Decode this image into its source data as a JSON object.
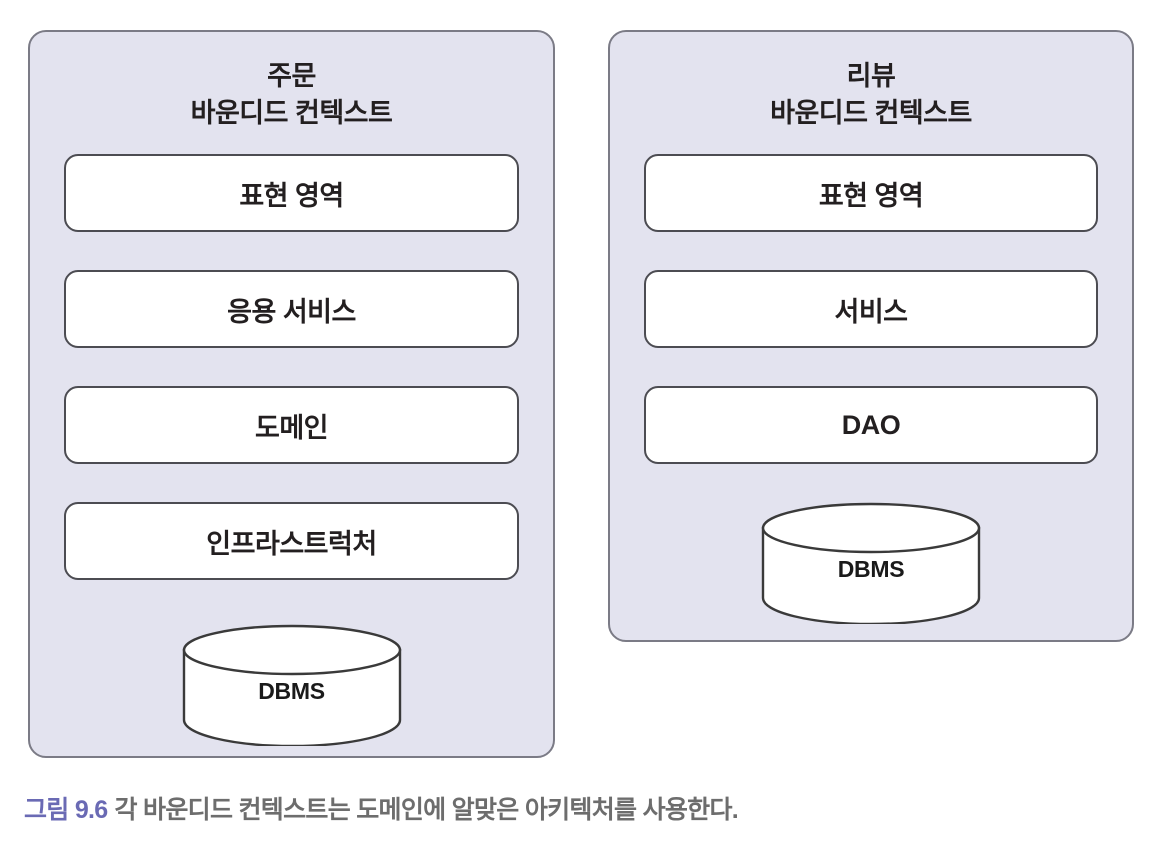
{
  "figure": {
    "caption_label": "그림 9.6",
    "caption_text": "각 바운디드 컨텍스트는 도메인에 알맞은 아키텍처를 사용한다.",
    "caption_label_color": "#6a6ab4",
    "caption_text_color": "#6d6d6d"
  },
  "colors": {
    "context_fill": "#e3e3ef",
    "context_border": "#7b7b86",
    "layer_fill": "#ffffff",
    "layer_border": "#4c4c52",
    "text": "#231f20"
  },
  "contexts": [
    {
      "title_line1": "주문",
      "title_line2": "바운디드 컨텍스트",
      "layers": [
        {
          "label": "표현 영역"
        },
        {
          "label": "응용 서비스"
        },
        {
          "label": "도메인"
        },
        {
          "label": "인프라스트럭처"
        }
      ],
      "datastore": {
        "label": "DBMS",
        "icon": "database-cylinder-icon"
      }
    },
    {
      "title_line1": "리뷰",
      "title_line2": "바운디드 컨텍스트",
      "layers": [
        {
          "label": "표현 영역"
        },
        {
          "label": "서비스"
        },
        {
          "label": "DAO"
        }
      ],
      "datastore": {
        "label": "DBMS",
        "icon": "database-cylinder-icon"
      }
    }
  ]
}
